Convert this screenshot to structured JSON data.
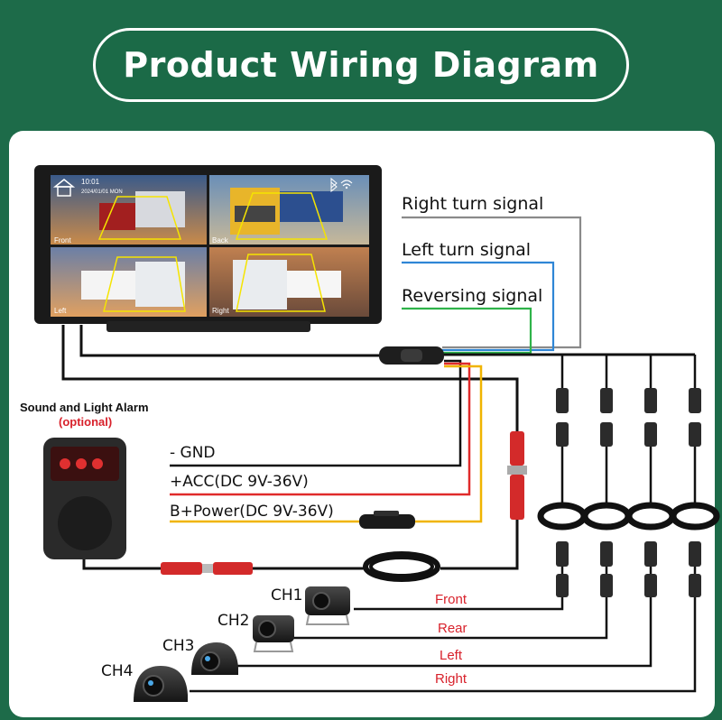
{
  "title": "Product Wiring Diagram",
  "colors": {
    "background": "#1d6b49",
    "panel": "#ffffff",
    "wire_black": "#111111",
    "wire_gray": "#8a8a8a",
    "wire_blue": "#2f86d6",
    "wire_green": "#2fb34a",
    "wire_red": "#e02b2b",
    "wire_yellow": "#f0b400",
    "label_red": "#d8212b"
  },
  "signals": {
    "right_turn": "Right turn signal",
    "left_turn": "Left turn signal",
    "reversing": "Reversing signal"
  },
  "power": {
    "gnd": "- GND",
    "acc": "+ACC(DC 9V-36V)",
    "bplus": "B+Power(DC 9V-36V)"
  },
  "alarm": {
    "title": "Sound and Light Alarm",
    "optional": "(optional)"
  },
  "monitor": {
    "time": "10:01",
    "date": "2024/01/01 MON",
    "views": [
      "Front",
      "Back",
      "Left",
      "Right"
    ]
  },
  "cameras": [
    {
      "channel": "CH1",
      "position": "Front"
    },
    {
      "channel": "CH2",
      "position": "Rear"
    },
    {
      "channel": "CH3",
      "position": "Left"
    },
    {
      "channel": "CH4",
      "position": "Right"
    }
  ],
  "icons": [
    "home-icon",
    "bluetooth-icon",
    "wifi-icon",
    "fuse-holder-icon",
    "camera-icon",
    "speaker-icon"
  ]
}
